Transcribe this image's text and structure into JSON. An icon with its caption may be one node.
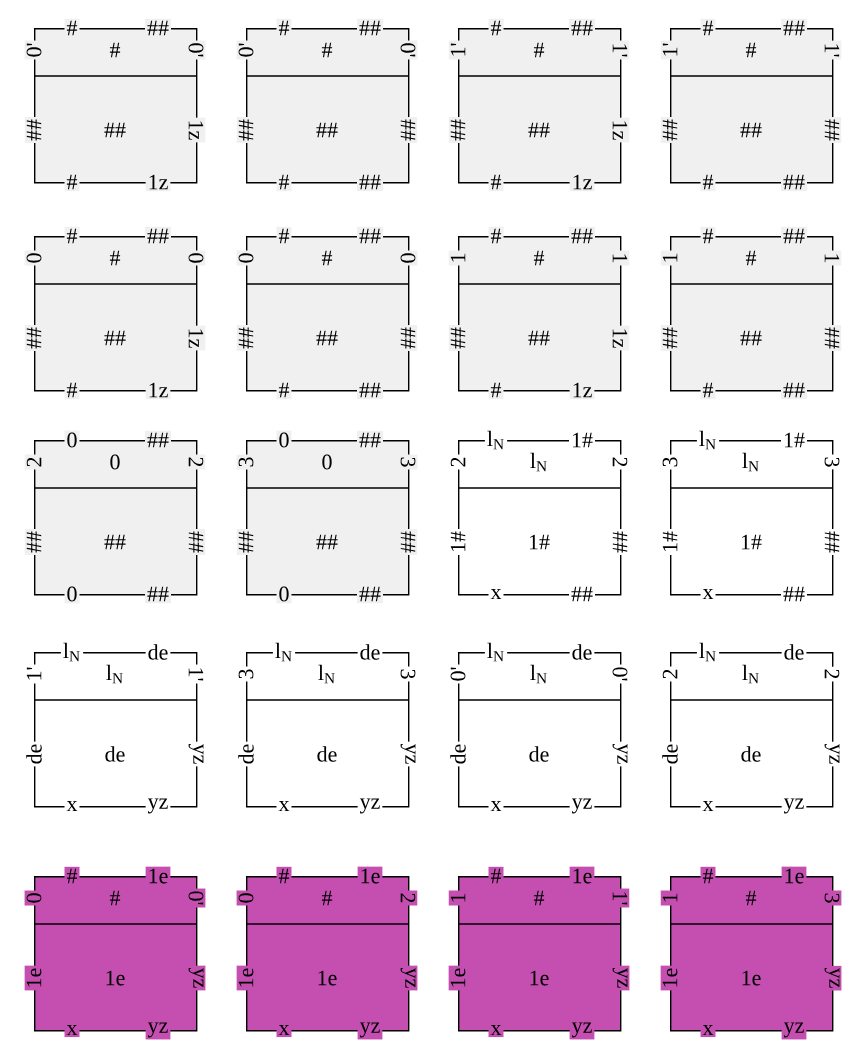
{
  "diagram": {
    "nodes": [
      {
        "text": [
          "#",
          "##",
          "#",
          "0'",
          "0'",
          "##",
          "##",
          "1z",
          "#",
          "1z"
        ]
      },
      {
        "text": [
          "#",
          "##",
          "#",
          "0'",
          "0'",
          "##",
          "##",
          "##",
          "#",
          "##"
        ]
      },
      {
        "text": [
          "#",
          "##",
          "#",
          "1'",
          "1'",
          "##",
          "##",
          "1z",
          "#",
          "1z"
        ]
      },
      {
        "text": [
          "#",
          "##",
          "#",
          "1'",
          "1'",
          "##",
          "##",
          "##",
          "#",
          "##"
        ]
      },
      {
        "text": [
          "#",
          "##",
          "#",
          "0",
          "0",
          "##",
          "##",
          "1z",
          "#",
          "1z"
        ]
      },
      {
        "text": [
          "#",
          "##",
          "#",
          "0",
          "0",
          "##",
          "##",
          "##",
          "#",
          "##"
        ]
      },
      {
        "text": [
          "#",
          "##",
          "#",
          "1",
          "1",
          "##",
          "##",
          "1z",
          "#",
          "1z"
        ]
      },
      {
        "text": [
          "#",
          "##",
          "#",
          "1",
          "1",
          "##",
          "##",
          "##",
          "#",
          "##"
        ]
      },
      {
        "text": [
          "0",
          "##",
          "0",
          "2",
          "2",
          "##",
          "##",
          "##",
          "0",
          "##"
        ]
      },
      {
        "text": [
          "0",
          "##",
          "0",
          "3",
          "3",
          "##",
          "##",
          "##",
          "0",
          "##"
        ]
      },
      {
        "text": [
          "l$_{N}$",
          "1#",
          "l$_{N}$",
          "2",
          "2",
          "1#",
          "1#",
          "##",
          "x",
          "##"
        ]
      },
      {
        "text": [
          "l$_{N}$",
          "1#",
          "l$_{N}$",
          "3",
          "3",
          "1#",
          "1#",
          "##",
          "x",
          "##"
        ]
      },
      {
        "text": [
          "l$_{N}$",
          "de",
          "l$_{N}$",
          "1'",
          "1'",
          "de",
          "de",
          "yz",
          "x",
          "yz"
        ]
      },
      {
        "text": [
          "l$_{N}$",
          "de",
          "l$_{N}$",
          "3",
          "3",
          "de",
          "de",
          "yz",
          "x",
          "yz"
        ]
      },
      {
        "text": [
          "l$_{N}$",
          "de",
          "l$_{N}$",
          "0'",
          "0'",
          "de",
          "de",
          "yz",
          "x",
          "yz"
        ]
      },
      {
        "text": [
          "l$_{N}$",
          "de",
          "l$_{N}$",
          "2",
          "2",
          "de",
          "de",
          "yz",
          "x",
          "yz"
        ]
      },
      {
        "text": [
          "#",
          "1e",
          "#",
          "0",
          "0'",
          "1e",
          "1e",
          "yz",
          "x",
          "yz"
        ]
      },
      {
        "text": [
          "#",
          "1e",
          "#",
          "0",
          "2",
          "1e",
          "1e",
          "yz",
          "x",
          "yz"
        ]
      },
      {
        "text": [
          "#",
          "1e",
          "#",
          "1",
          "1'",
          "1e",
          "1e",
          "yz",
          "x",
          "yz"
        ]
      },
      {
        "text": [
          "#",
          "1e",
          "#",
          "1",
          "3",
          "1e",
          "1e",
          "yz",
          "x",
          "yz"
        ]
      }
    ]
  }
}
